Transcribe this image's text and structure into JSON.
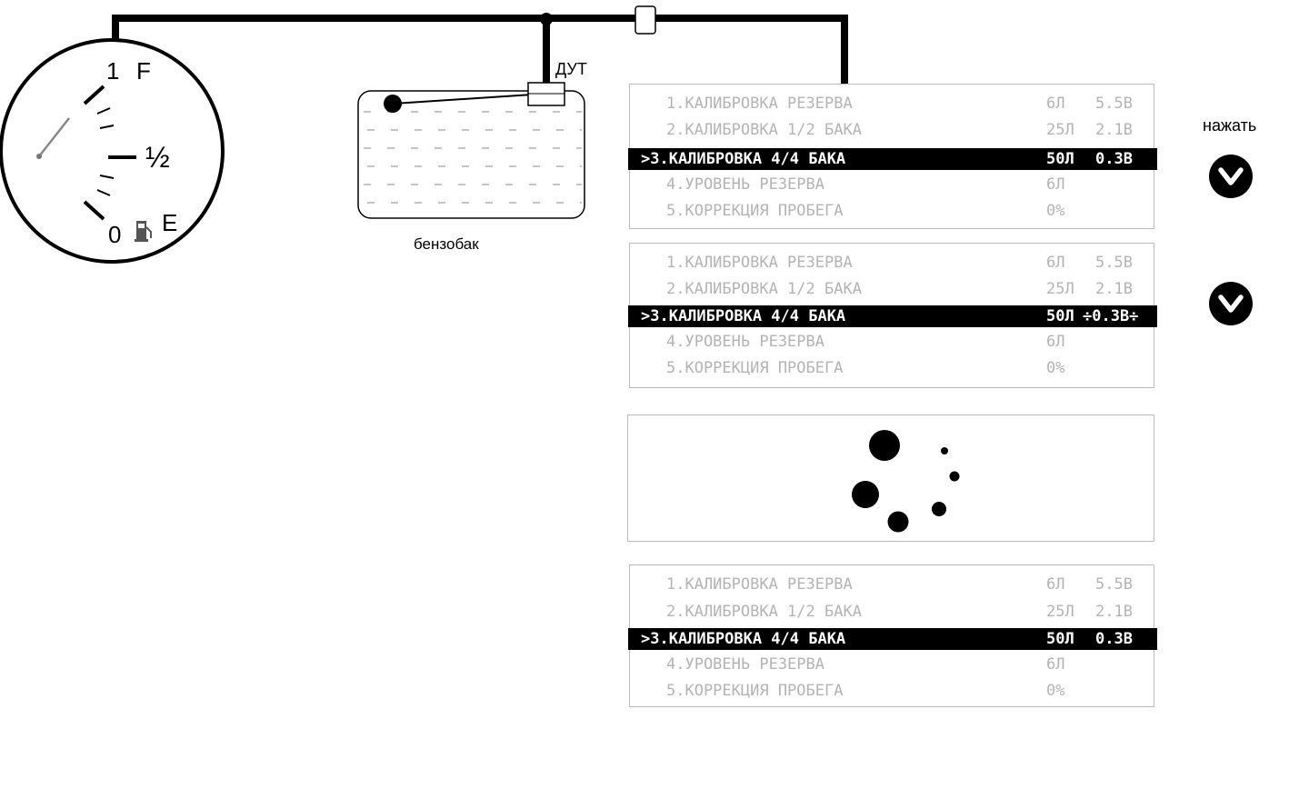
{
  "gauge": {
    "mark_full": "1",
    "letter_full": "F",
    "mark_half": "½",
    "mark_empty": "0",
    "letter_empty": "E",
    "pump_icon": "fuel-pump-icon"
  },
  "tank": {
    "sensor_label": "ДУТ",
    "caption": "бензобак"
  },
  "press_label": "нажать",
  "button_icon": "chevron-down-icon",
  "screens": [
    {
      "rows": [
        {
          "label": "1.КАЛИБРОВКА РЕЗЕРВА",
          "v1": "6Л",
          "v2": "5.5В"
        },
        {
          "label": "2.КАЛИБРОВКА 1/2 БАКА",
          "v1": "25Л",
          "v2": "2.1В"
        },
        {
          "label": ">3.КАЛИБРОВКА 4/4 БАКА",
          "v1": "50Л",
          "v2": "0.3В"
        },
        {
          "label": "4.УРОВЕНЬ РЕЗЕРВА",
          "v1": "6Л",
          "v2": ""
        },
        {
          "label": "5.КОРРЕКЦИЯ ПРОБЕГА",
          "v1": "0%",
          "v2": ""
        }
      ]
    },
    {
      "rows": [
        {
          "label": "1.КАЛИБРОВКА РЕЗЕРВА",
          "v1": "6Л",
          "v2": "5.5В"
        },
        {
          "label": "2.КАЛИБРОВКА 1/2 БАКА",
          "v1": "25Л",
          "v2": "2.1В"
        },
        {
          "label": ">3.КАЛИБРОВКА 4/4 БАКА",
          "v1": "50Л",
          "v2": "÷0.3В÷"
        },
        {
          "label": "4.УРОВЕНЬ РЕЗЕРВА",
          "v1": "6Л",
          "v2": ""
        },
        {
          "label": "5.КОРРЕКЦИЯ ПРОБЕГА",
          "v1": "0%",
          "v2": ""
        }
      ]
    },
    {
      "rows": [
        {
          "label": "1.КАЛИБРОВКА РЕЗЕРВА",
          "v1": "6Л",
          "v2": "5.5В"
        },
        {
          "label": "2.КАЛИБРОВКА 1/2 БАКА",
          "v1": "25Л",
          "v2": "2.1В"
        },
        {
          "label": ">3.КАЛИБРОВКА 4/4 БАКА",
          "v1": "50Л",
          "v2": "0.3В"
        },
        {
          "label": "4.УРОВЕНЬ РЕЗЕРВА",
          "v1": "6Л",
          "v2": ""
        },
        {
          "label": "5.КОРРЕКЦИЯ ПРОБЕГА",
          "v1": "0%",
          "v2": ""
        }
      ]
    }
  ],
  "loading_icon": "loading-spinner-icon",
  "colors": {
    "line": "#000000",
    "inactive_text": "#b4b4b4",
    "highlight_bg": "#000000",
    "highlight_text": "#ffffff",
    "panel_border": "#bcbcbc"
  }
}
